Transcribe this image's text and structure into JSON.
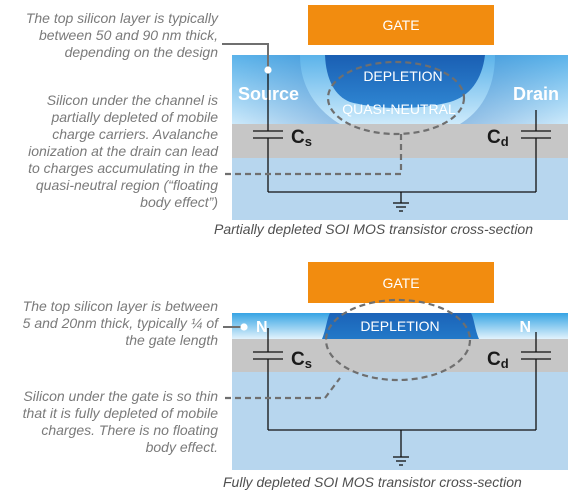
{
  "top": {
    "note_layer": [
      "The top silicon layer is typically",
      "between 50 and 90 nm thick,",
      "depending on the design"
    ],
    "note_channel": [
      "Silicon under the channel is",
      "partially depleted of mobile",
      "charge carriers. Avalanche",
      "ionization at the drain can lead",
      "to charges accumulating in the",
      "quasi-neutral region (“floating",
      "body effect”)"
    ],
    "gate": "GATE",
    "depletion": "DEPLETION",
    "quasi_neutral": "QUASI-NEUTRAL",
    "source": "Source",
    "drain": "Drain",
    "cs_main": "C",
    "cs_sub": "s",
    "cd_main": "C",
    "cd_sub": "d",
    "caption": "Partially depleted SOI MOS transistor cross-section"
  },
  "bottom": {
    "note_layer": [
      "The top silicon layer is between",
      "5 and 20nm thick, typically ¼ of",
      "the gate length"
    ],
    "note_gate": [
      "Silicon under the gate is so thin",
      "that it is fully depleted of mobile",
      "charges. There is no floating",
      "body effect."
    ],
    "gate": "GATE",
    "depletion": "DEPLETION",
    "n_left": "N",
    "n_right": "N",
    "cs_main": "C",
    "cs_sub": "s",
    "cd_main": "C",
    "cd_sub": "d",
    "caption": "Fully depleted SOI MOS transistor cross-section"
  },
  "colors": {
    "gate": "#f28c0f",
    "silicon_top": "#3f9fe0",
    "depletion": "#1d66b8",
    "oxide": "#c6c6c6",
    "substrate": "#b7d6ee",
    "annotation_line": "#6f6f6f",
    "circuit_line": "#111111"
  }
}
